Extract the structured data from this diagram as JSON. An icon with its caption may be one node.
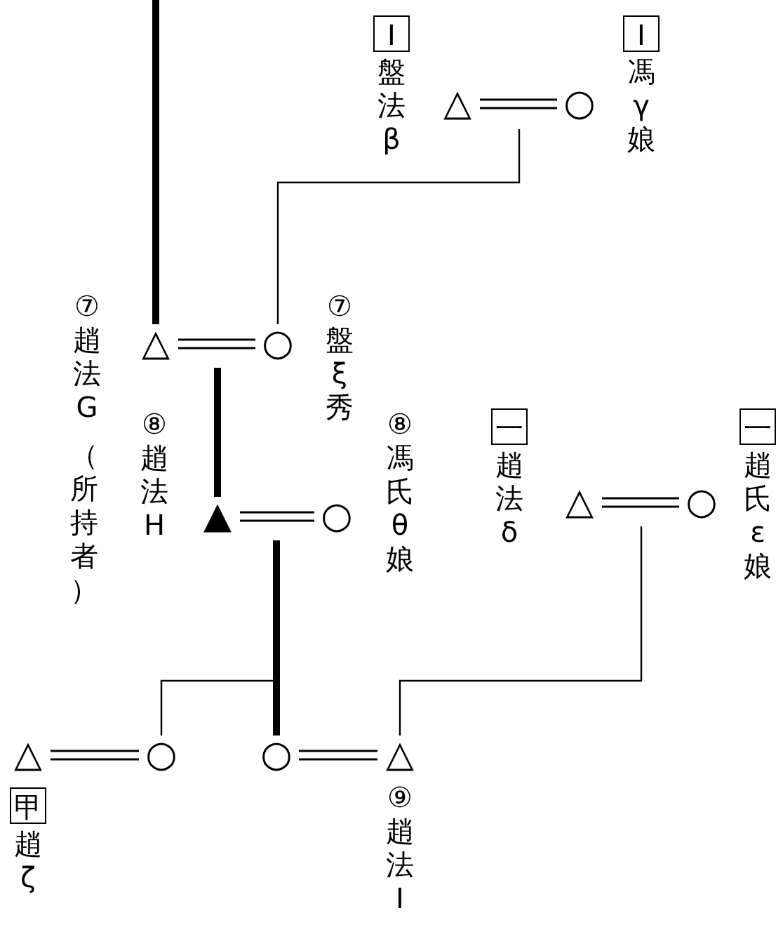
{
  "diagram": {
    "nodes": [
      {
        "text": [
          "△"
        ]
      },
      {
        "text": [
          "○"
        ]
      },
      {
        "text": [
          "△"
        ],
        "beside": [
          "⑦趙法G"
        ]
      },
      {
        "text": [
          "○"
        ],
        "beside": [
          "⑦盤ξ秀"
        ]
      },
      {
        "text": [
          "▲"
        ],
        "beside": [
          "⑧趙法H",
          "（所持者）"
        ]
      },
      {
        "text": [
          "○"
        ],
        "beside": [
          "⑧馮氏θ娘"
        ]
      },
      {
        "text": [
          "△"
        ]
      },
      {
        "text": [
          "○"
        ]
      },
      {
        "text": [
          "△"
        ]
      },
      {
        "text": [
          "○"
        ]
      },
      {
        "text": [
          "○"
        ]
      },
      {
        "text": [
          "△"
        ],
        "beside": [
          "⑨趙法I"
        ]
      },
      {
        "text": [
          "Ⅰ",
          "盤法β"
        ]
      },
      {
        "text": [
          "Ⅰ",
          "馮γ娘"
        ]
      },
      {
        "text": [
          "一",
          "趙法δ"
        ]
      },
      {
        "text": [
          "一",
          "趙氏ε娘"
        ]
      },
      {
        "text": [
          "甲",
          "趙ζ"
        ]
      }
    ],
    "edges": [
      {
        "from": null,
        "to": 2,
        "arrow": "none",
        "style": "thick"
      },
      {
        "from": 0,
        "to": 1,
        "arrow": "none"
      },
      {
        "from": 0,
        "to": 3,
        "arrow": "none"
      },
      {
        "from": 1,
        "to": 3,
        "arrow": "none"
      },
      {
        "from": 2,
        "to": 3,
        "arrow": "none"
      },
      {
        "from": 2,
        "to": 4,
        "arrow": "none",
        "style": "thick"
      },
      {
        "from": 3,
        "to": 4,
        "arrow": "none",
        "style": "thick"
      },
      {
        "from": 4,
        "to": 5,
        "arrow": "none"
      },
      {
        "from": 6,
        "to": 7,
        "arrow": "none"
      },
      {
        "from": 4,
        "to": 9,
        "arrow": "none"
      },
      {
        "from": 5,
        "to": 9,
        "arrow": "none"
      },
      {
        "from": 4,
        "to": 10,
        "arrow": "none",
        "style": "thick"
      },
      {
        "from": 5,
        "to": 10,
        "arrow": "none",
        "style": "thick"
      },
      {
        "from": 6,
        "to": 11,
        "arrow": "none"
      },
      {
        "from": 7,
        "to": 11,
        "arrow": "none"
      },
      {
        "from": 8,
        "to": 9,
        "arrow": "none"
      },
      {
        "from": 10,
        "to": 11,
        "arrow": "none"
      }
    ]
  }
}
